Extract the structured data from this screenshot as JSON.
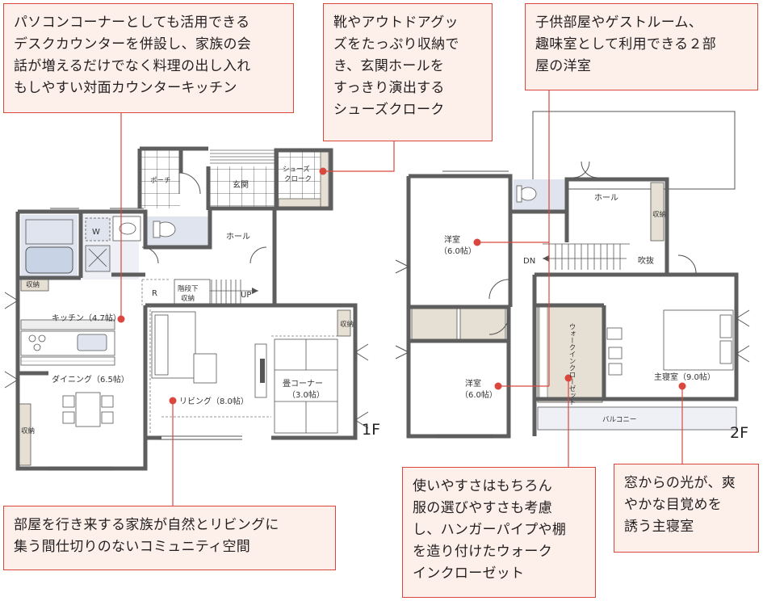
{
  "callouts": {
    "kitchen": "パソコンコーナーとしても活用できる\nデスクカウンターを併設し、家族の会\n話が増えるだけでなく料理の出し入れ\nもしやすい対面カウンターキッチン",
    "shoes": "靴やアウトドアグッ\nズをたっぷり収納で\nき、玄関ホールを\nすっきり演出する\nシューズクローク",
    "western": "子供部屋やゲストルーム、\n趣味室として利用できる２部\n屋の洋室",
    "living": "部屋を行き来する家族が自然とリビングに\n集う間仕切りのないコミュニティ空間",
    "closet": "使いやすさはもちろん\n服の選びやすさも考慮\nし、ハンガーパイプや棚\nを造り付けたウォーク\nインクローゼット",
    "master": "窓からの光が、爽\nやかな目覚めを\n誘う主寝室"
  },
  "floor1": {
    "label": "1F",
    "porch": "ポーチ",
    "entrance": "玄関",
    "shoe_closet_1": "シューズ",
    "shoe_closet_2": "クローク",
    "hall": "ホール",
    "washer": "W",
    "fridge": "R",
    "stair_storage_1": "階段下",
    "stair_storage_2": "収納",
    "up": "UP",
    "storage_kitchen": "収納",
    "storage_living": "収納",
    "storage_dining": "収納",
    "kitchen": "キッチン（4.7帖）",
    "dining": "ダイニング（6.5帖）",
    "living": "リビング（8.0帖）",
    "tatami_1": "畳コーナー",
    "tatami_2": "（3.0帖）"
  },
  "floor2": {
    "label": "2F",
    "hall": "ホール",
    "storage": "収納",
    "dn": "DN",
    "void": "吹抜",
    "western_a_1": "洋室",
    "western_a_2": "（6.0帖）",
    "western_b_1": "洋室",
    "western_b_2": "（6.0帖）",
    "wic": "ウォークインクローゼット",
    "master": "主寝室（9.0帖）",
    "balcony": "バルコニー"
  },
  "colors": {
    "accent": "#d9473e",
    "callout_bg": "#fdf0ea",
    "wall": "#5e5e5e",
    "storage_fill": "#e6dfd3",
    "wet_fill": "#dfe4ee"
  }
}
